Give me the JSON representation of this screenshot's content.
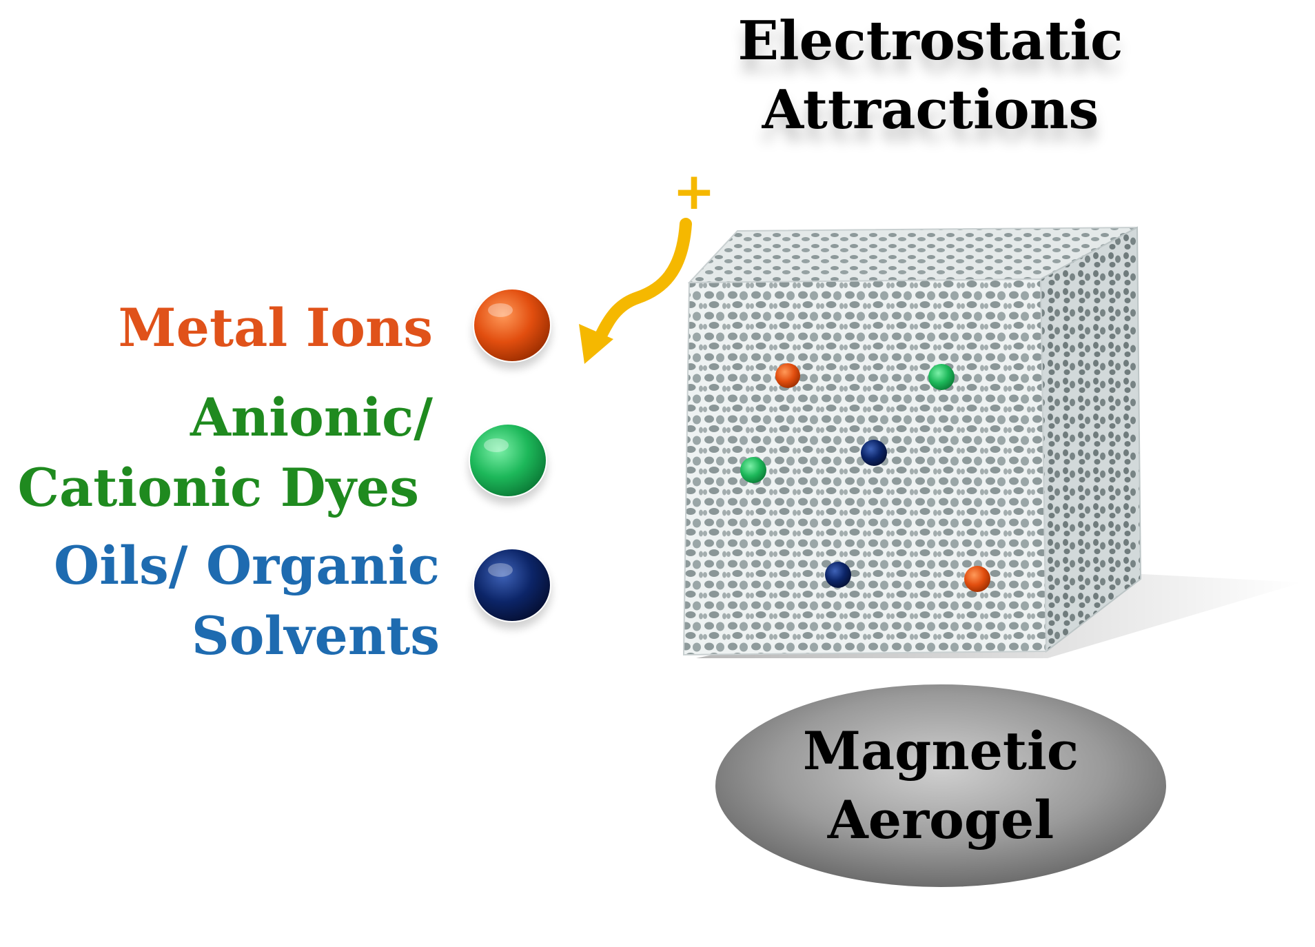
{
  "title": {
    "line1": "Electrostatic",
    "line2": "Attractions"
  },
  "charge_symbol": "+",
  "pollutants": [
    {
      "line1": "Metal Ions",
      "line2": "",
      "color": "#e0521a",
      "sphere_color": "#e24e0f"
    },
    {
      "line1": "Anionic/",
      "line2": "Cationic Dyes",
      "color": "#1f8a1f",
      "sphere_color": "#1db85a"
    },
    {
      "line1": "Oils/ Organic",
      "line2": "Solvents",
      "color": "#1e6bb0",
      "sphere_color": "#0c2568"
    }
  ],
  "base": {
    "line1": "Magnetic",
    "line2": "Aerogel"
  },
  "colors": {
    "arrow": "#f5b800",
    "aerogel_front": "#d6dcdc",
    "aerogel_side": "#aeb7b8",
    "aerogel_top": "#c4cccd",
    "base": "#8f8f8f"
  }
}
